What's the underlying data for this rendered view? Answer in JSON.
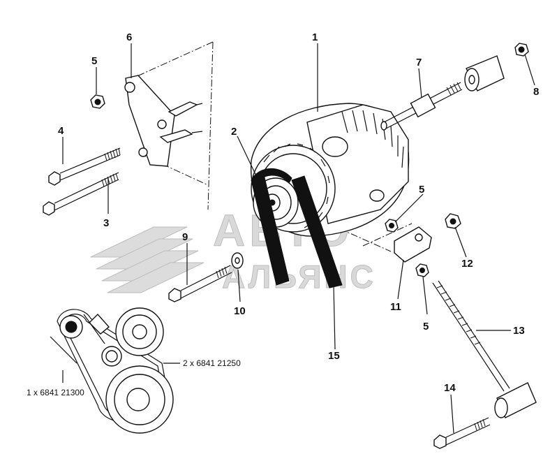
{
  "callouts": [
    {
      "id": "c1",
      "label": "1"
    },
    {
      "id": "c2",
      "label": "2"
    },
    {
      "id": "c3",
      "label": "3"
    },
    {
      "id": "c4",
      "label": "4"
    },
    {
      "id": "c5a",
      "label": "5"
    },
    {
      "id": "c5b",
      "label": "5"
    },
    {
      "id": "c5c",
      "label": "5"
    },
    {
      "id": "c6",
      "label": "6"
    },
    {
      "id": "c7",
      "label": "7"
    },
    {
      "id": "c8",
      "label": "8"
    },
    {
      "id": "c9",
      "label": "9"
    },
    {
      "id": "c10",
      "label": "10"
    },
    {
      "id": "c11",
      "label": "11"
    },
    {
      "id": "c12",
      "label": "12"
    },
    {
      "id": "c13",
      "label": "13"
    },
    {
      "id": "c14",
      "label": "14"
    },
    {
      "id": "c15",
      "label": "15"
    }
  ],
  "belt_notes": {
    "double": "2 x 6841 21250",
    "single": "1 x 6841 21300"
  },
  "watermark": {
    "line1": "АВТО",
    "line2": "АЛЬЯНС"
  }
}
